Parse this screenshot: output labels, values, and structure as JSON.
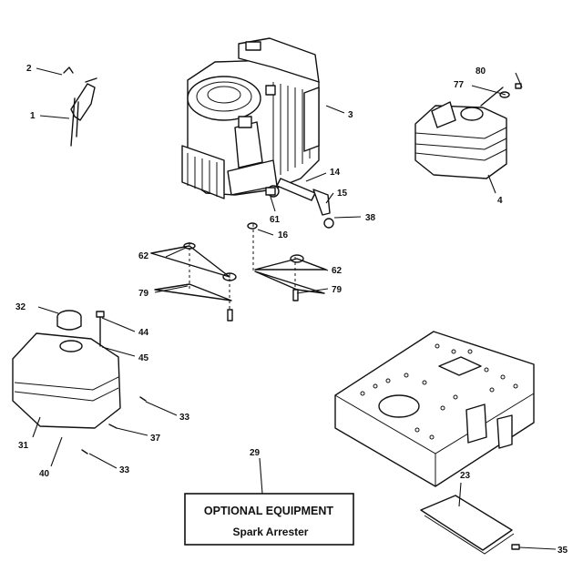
{
  "callouts": [
    "1",
    "2",
    "3",
    "4",
    "14",
    "15",
    "16",
    "23",
    "29",
    "31",
    "32",
    "33",
    "33",
    "35",
    "37",
    "38",
    "40",
    "44",
    "45",
    "61",
    "62",
    "62",
    "77",
    "79",
    "79",
    "80"
  ],
  "optional_box": {
    "title": "OPTIONAL EQUIPMENT",
    "subtitle": "Spark Arrester"
  },
  "colors": {
    "ink": "#111111",
    "paper": "#ffffff"
  }
}
